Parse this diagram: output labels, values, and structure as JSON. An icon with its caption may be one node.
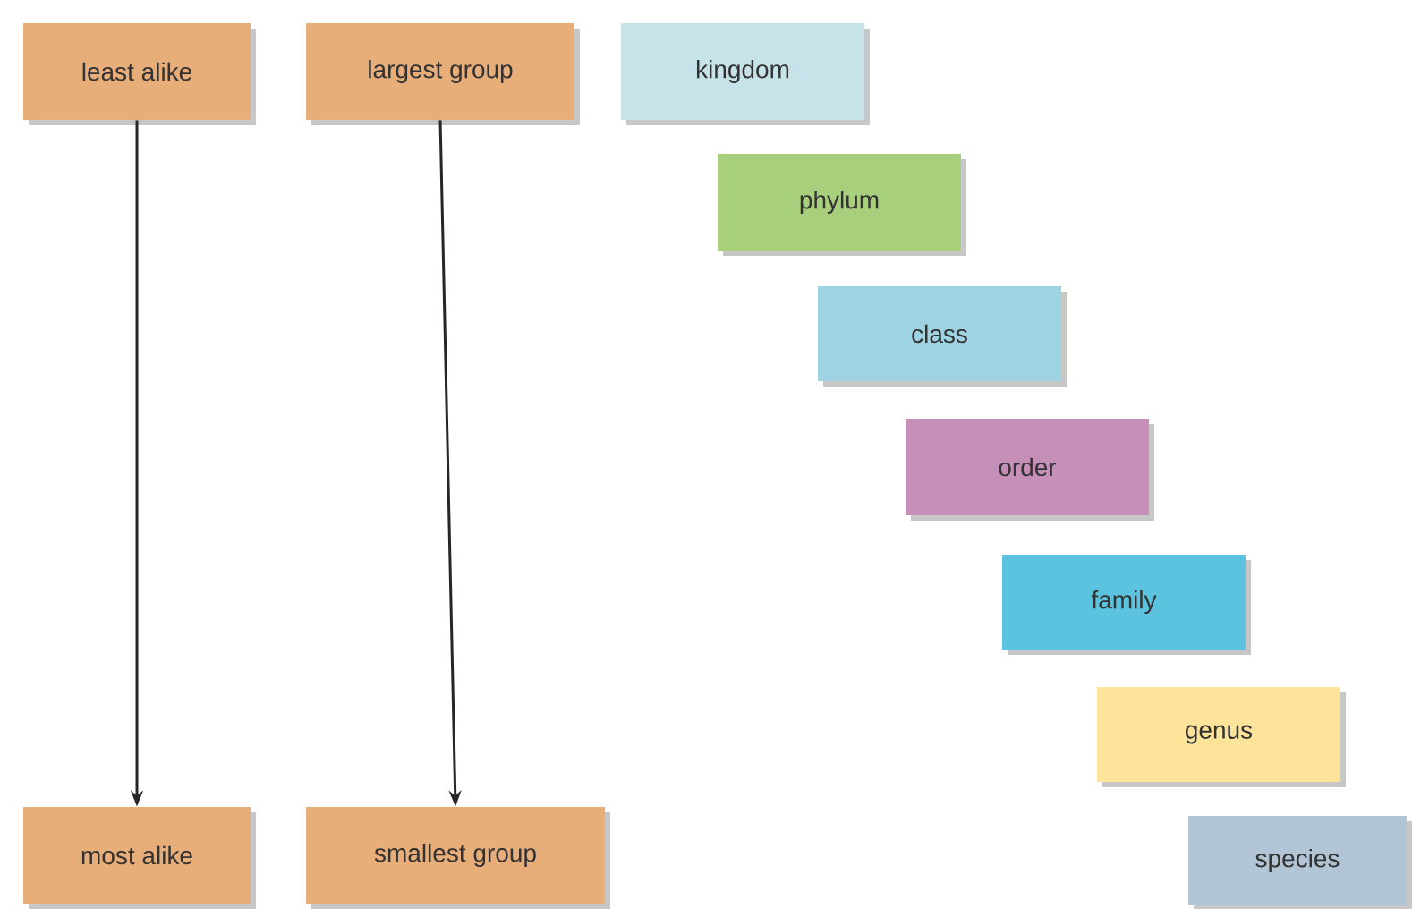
{
  "diagram": {
    "nodes": [
      {
        "text": [
          "least alike"
        ]
      },
      {
        "text": [
          "largest group"
        ]
      },
      {
        "text": [
          "kingdom"
        ]
      },
      {
        "text": [
          "phylum"
        ]
      },
      {
        "text": [
          "class"
        ]
      },
      {
        "text": [
          "order"
        ]
      },
      {
        "text": [
          "family"
        ]
      },
      {
        "text": [
          "genus"
        ]
      },
      {
        "text": [
          "most alike"
        ]
      },
      {
        "text": [
          "smallest group"
        ]
      },
      {
        "text": [
          "species"
        ]
      }
    ],
    "edges": [
      {
        "from": 0,
        "to": 8,
        "arrow": "to"
      },
      {
        "from": 1,
        "to": 9,
        "arrow": "to"
      }
    ]
  }
}
